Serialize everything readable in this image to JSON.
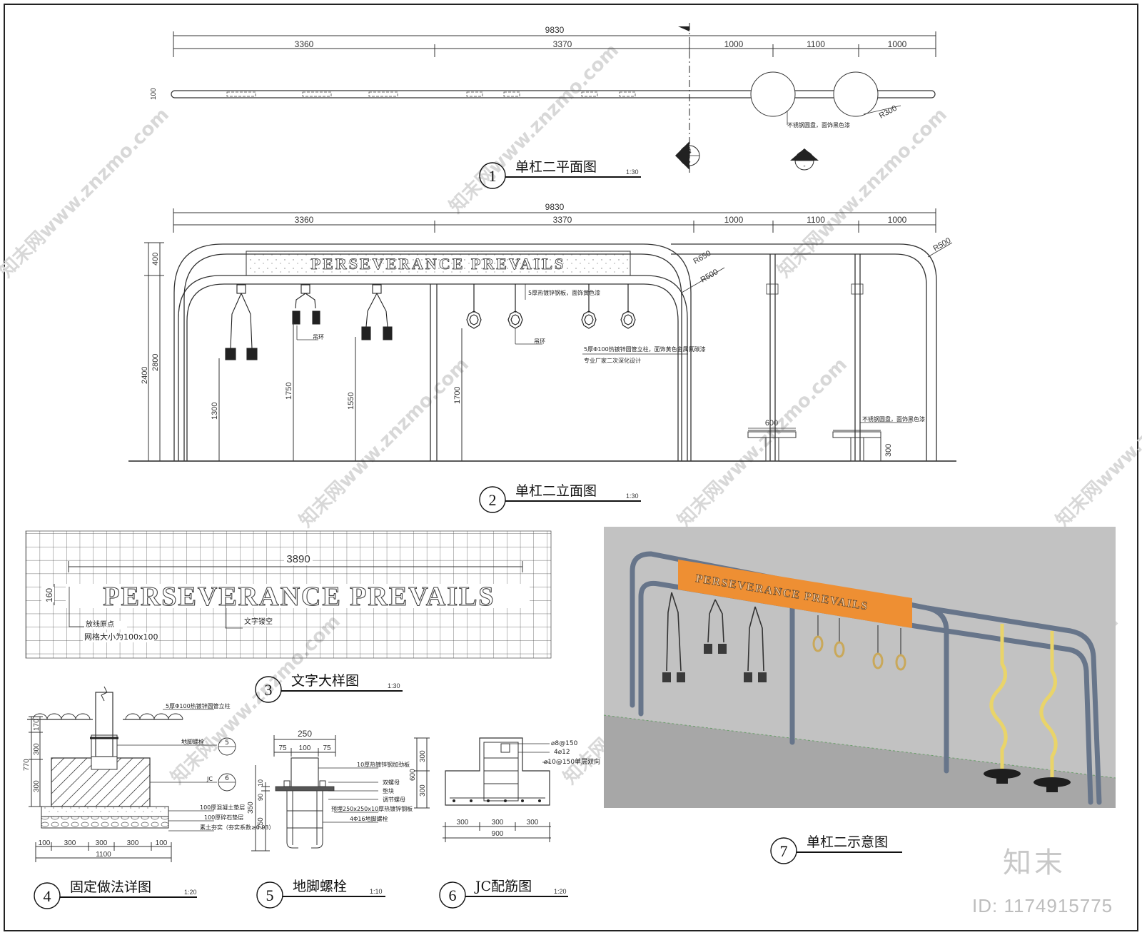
{
  "watermark": {
    "text": "知末网www.znzmo.com"
  },
  "brand": {
    "logo": "知末",
    "id": "ID: 1174915775"
  },
  "slogan": "PERSEVERANCE PREVAILS",
  "plan": {
    "overall": "9830",
    "segments": [
      "3360",
      "3370",
      "1000",
      "1100",
      "1000"
    ],
    "bar_dim": "100",
    "radius": "R300",
    "disc_note": "不锈钢圆盘，面饰黑色漆",
    "section_a": {
      "top": "4",
      "bottom": "-"
    },
    "section_b": {
      "top": "2",
      "bottom": "-"
    },
    "title": "单杠二平面图",
    "number": "1",
    "scale": "1:30"
  },
  "elevation": {
    "overall": "9830",
    "segments": [
      "3360",
      "3370",
      "1000",
      "1100",
      "1000"
    ],
    "radii": [
      "R650",
      "R500",
      "R500"
    ],
    "heights": [
      "400",
      "2800",
      "2400",
      "1300",
      "1750",
      "1550",
      "1700",
      "300"
    ],
    "disc_width": "600",
    "notes": {
      "plate": "5厚热镀锌钢板，面饰黄色漆",
      "ring_a": "吊环",
      "ring_b": "吊环",
      "pipe": "5厚Φ100热镀锌圆管立柱，面饰黄色金属氟碳漆",
      "maker": "专业厂家二次深化设计",
      "disc": "不锈钢圆盘，面饰黑色漆"
    },
    "title": "单杠二立面图",
    "number": "2",
    "scale": "1:30"
  },
  "text_detail": {
    "width": "3890",
    "height": "160",
    "note_start": "放线原点",
    "note_grid": "网格大小为100x100",
    "note_cut": "文字镂空",
    "title": "文字大样图",
    "number": "3",
    "scale": "1:30"
  },
  "fixing": {
    "top_note": "5厚Φ100热镀锌圆管立柱",
    "dims": [
      "170",
      "300",
      "770",
      "300"
    ],
    "bolt_ref": "5",
    "bolt_label": "地脚螺栓",
    "jc_label": "JC",
    "jc_ref": "6",
    "layers": [
      "100厚混凝土垫层",
      "100厚碎石垫层",
      "素土夯实（夯实系数≥0.93）"
    ],
    "bottom": [
      "100",
      "300",
      "300",
      "300",
      "100"
    ],
    "total": "1100",
    "title": "固定做法详图",
    "number": "4",
    "scale": "1:20"
  },
  "bolt": {
    "top_dims": [
      "250",
      "75",
      "100",
      "75"
    ],
    "side_dims": [
      "10",
      "90",
      "350",
      "250"
    ],
    "notes": [
      "10厚热镀锌钢加劲板",
      "双螺母",
      "垫块",
      "调节螺母",
      "预埋250x250x10厚热镀锌钢板",
      "4Φ16地脚螺栓"
    ],
    "title": "地脚螺栓",
    "number": "5",
    "scale": "1:10"
  },
  "jc": {
    "notes": [
      "⌀8@150",
      "4⌀12",
      "⌀10@150单层双向"
    ],
    "side_dims": [
      "300",
      "600",
      "300"
    ],
    "bottom": [
      "300",
      "300",
      "300"
    ],
    "total": "900",
    "title": "JC配筋图",
    "number": "6",
    "scale": "1:20"
  },
  "render": {
    "title": "单杠二示意图",
    "number": "7",
    "colors": {
      "sky": "#c2c2c2",
      "ground": "#a7a7a7",
      "frame": "#67758a",
      "sign": "#ee8f33",
      "pole": "#e9d46a"
    }
  }
}
